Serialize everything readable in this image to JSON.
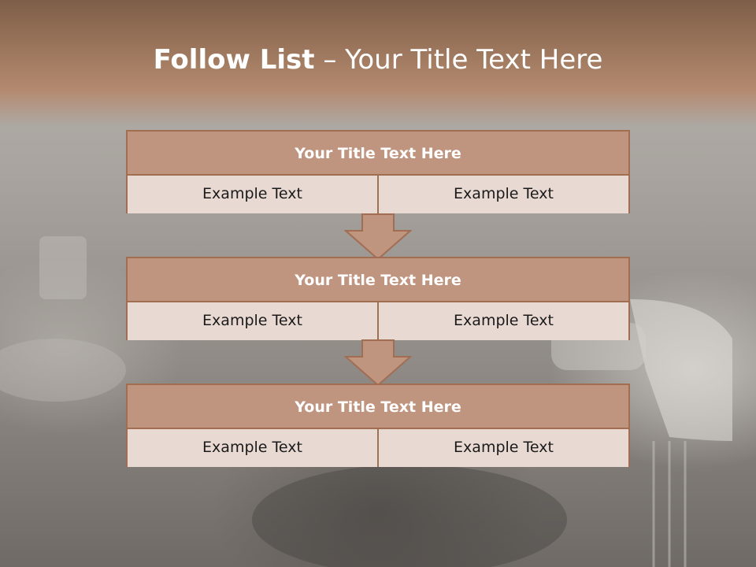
{
  "slide": {
    "title_bold": "Follow List",
    "title_rest": " – Your Title Text Here"
  },
  "blocks": [
    {
      "title": "Your Title Text Here",
      "cells": [
        "Example Text",
        "Example Text"
      ]
    },
    {
      "title": "Your Title Text Here",
      "cells": [
        "Example Text",
        "Example Text"
      ]
    },
    {
      "title": "Your Title Text Here",
      "cells": [
        "Example Text",
        "Example Text"
      ]
    }
  ],
  "colors": {
    "header": "#a07a60",
    "block_title": "#c09580",
    "cell_bg": "#e9d9d3",
    "border": "#a16e52"
  }
}
